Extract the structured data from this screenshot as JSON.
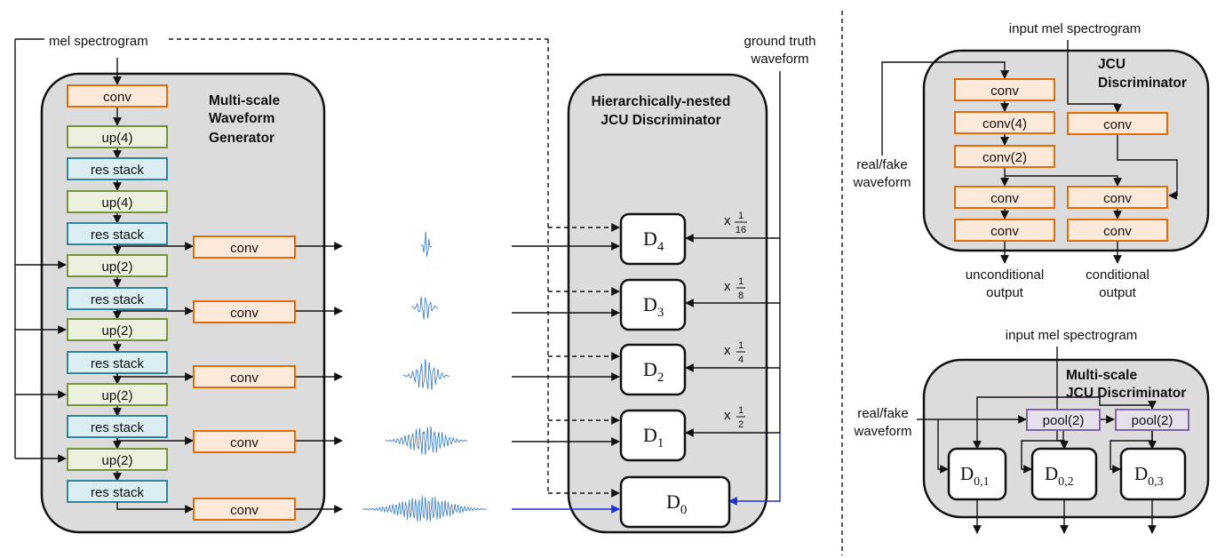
{
  "colors": {
    "panel": "#dcdcdc",
    "conv": "#fde9d9",
    "conv_border": "#e26b0a",
    "up": "#ebf1de",
    "up_border": "#77933c",
    "res": "#dbeef4",
    "res_border": "#31859c",
    "pool": "#e5e0ec",
    "pool_border": "#8064a2",
    "waveform": "#4a86c8",
    "highlight_line": "#1f2fd0"
  },
  "generator": {
    "input_label": "mel spectrogram",
    "title_lines": [
      "Multi-scale",
      "Waveform",
      "Generator"
    ],
    "blocks": {
      "conv": "conv",
      "up4": "up(4)",
      "up2": "up(2)",
      "res": "res stack"
    },
    "output_conv": "conv"
  },
  "hierarchical": {
    "title_lines": [
      "Hierarchically-nested",
      "JCU Discriminator"
    ],
    "ground_truth_lines": [
      "ground truth",
      "waveform"
    ],
    "disc": [
      {
        "base": "D",
        "sub": "4",
        "scale_prefix": "x",
        "num": "1",
        "den": "16"
      },
      {
        "base": "D",
        "sub": "3",
        "scale_prefix": "x",
        "num": "1",
        "den": "8"
      },
      {
        "base": "D",
        "sub": "2",
        "scale_prefix": "x",
        "num": "1",
        "den": "4"
      },
      {
        "base": "D",
        "sub": "1",
        "scale_prefix": "x",
        "num": "1",
        "den": "2"
      },
      {
        "base": "D",
        "sub": "0"
      }
    ]
  },
  "jcu": {
    "input_label": "input mel spectrogram",
    "title_lines": [
      "JCU",
      "Discriminator"
    ],
    "input_side_lines": [
      "real/fake",
      "waveform"
    ],
    "blocks": {
      "conv": "conv",
      "conv4": "conv(4)",
      "conv2": "conv(2)"
    },
    "outputs": {
      "unconditional": [
        "unconditional",
        "output"
      ],
      "conditional": [
        "conditional",
        "output"
      ]
    }
  },
  "multiscale": {
    "input_label": "input mel spectrogram",
    "title_lines": [
      "Multi-scale",
      "JCU Discriminator"
    ],
    "input_side_lines": [
      "real/fake",
      "waveform"
    ],
    "pool": "pool(2)",
    "disc": [
      {
        "base": "D",
        "sub": "0,1"
      },
      {
        "base": "D",
        "sub": "0,2"
      },
      {
        "base": "D",
        "sub": "0,3"
      }
    ]
  }
}
